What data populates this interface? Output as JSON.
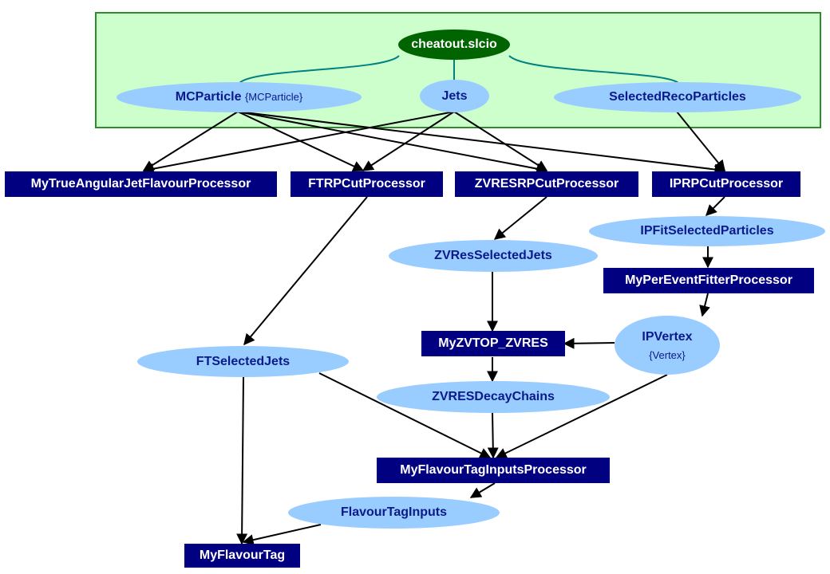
{
  "file": {
    "label": "cheatout.slcio"
  },
  "collections": {
    "mcparticle": {
      "label": "MCParticle",
      "type": "{MCParticle}"
    },
    "jets": {
      "label": "Jets"
    },
    "selected_reco": {
      "label": "SelectedRecoParticles"
    },
    "ip_fit_selected": {
      "label": "IPFitSelectedParticles"
    },
    "zvres_selected_jets": {
      "label": "ZVResSelectedJets"
    },
    "ip_vertex": {
      "label": "IPVertex",
      "type": "{Vertex}"
    },
    "ft_selected_jets": {
      "label": "FTSelectedJets"
    },
    "zvres_decay_chains": {
      "label": "ZVRESDecayChains"
    },
    "flavour_tag_inputs": {
      "label": "FlavourTagInputs"
    }
  },
  "processors": {
    "true_angular": {
      "label": "MyTrueAngularJetFlavourProcessor"
    },
    "ftrp_cut": {
      "label": "FTRPCutProcessor"
    },
    "zvresrp_cut": {
      "label": "ZVRESRPCutProcessor"
    },
    "iprp_cut": {
      "label": "IPRPCutProcessor"
    },
    "per_event_fitter": {
      "label": "MyPerEventFitterProcessor"
    },
    "zvtop_zvres": {
      "label": "MyZVTOP_ZVRES"
    },
    "flavour_tag_inputs_proc": {
      "label": "MyFlavourTagInputsProcessor"
    },
    "flavour_tag": {
      "label": "MyFlavourTag"
    }
  },
  "colors": {
    "input_panel_bg": "#ccffcc",
    "input_panel_border": "#2e8b2e",
    "file_node": "#006400",
    "collection_node": "#99ccff",
    "processor_node": "#000080",
    "file_link": "#008080",
    "arrow": "#000000"
  }
}
